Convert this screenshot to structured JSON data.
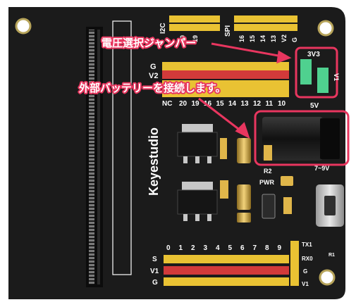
{
  "callouts": {
    "jumper": "電圧選択ジャンパー",
    "battery": "外部バッテリーを接続します。"
  },
  "board": {
    "brand": "Keyestudio",
    "top_header_left_label": "I2C",
    "top_header_right_label": "SPI",
    "top_pins_mid": [
      "20",
      "19"
    ],
    "top_pins_right": [
      "16",
      "15",
      "14",
      "13",
      "V2",
      "G"
    ],
    "jumper_3v3": "3V3",
    "jumper_5v": "5V",
    "jumper_v1": "V1",
    "row_labels_left": [
      "G",
      "V2"
    ],
    "nc_row": [
      "NC",
      "20",
      "19",
      "16",
      "15",
      "14",
      "13",
      "12",
      "11",
      "10"
    ],
    "power_jack_label": "7~9V",
    "r2": "R2",
    "pwr": "PWR",
    "bottom_numbers": [
      "0",
      "1",
      "2",
      "3",
      "4",
      "5",
      "6",
      "7",
      "8",
      "9"
    ],
    "bottom_row_labels": [
      "S",
      "V1",
      "G"
    ],
    "uart": [
      "TX1",
      "RX0",
      "G",
      "V1"
    ],
    "r1": "R1"
  },
  "colors": {
    "pcb": "#1b1b1b",
    "callout_red": "#e8365f",
    "jumper_green": "#4fd18f",
    "header_yellow": "#e9c233",
    "header_red": "#d23a3a",
    "gold": "#c9a84a"
  }
}
